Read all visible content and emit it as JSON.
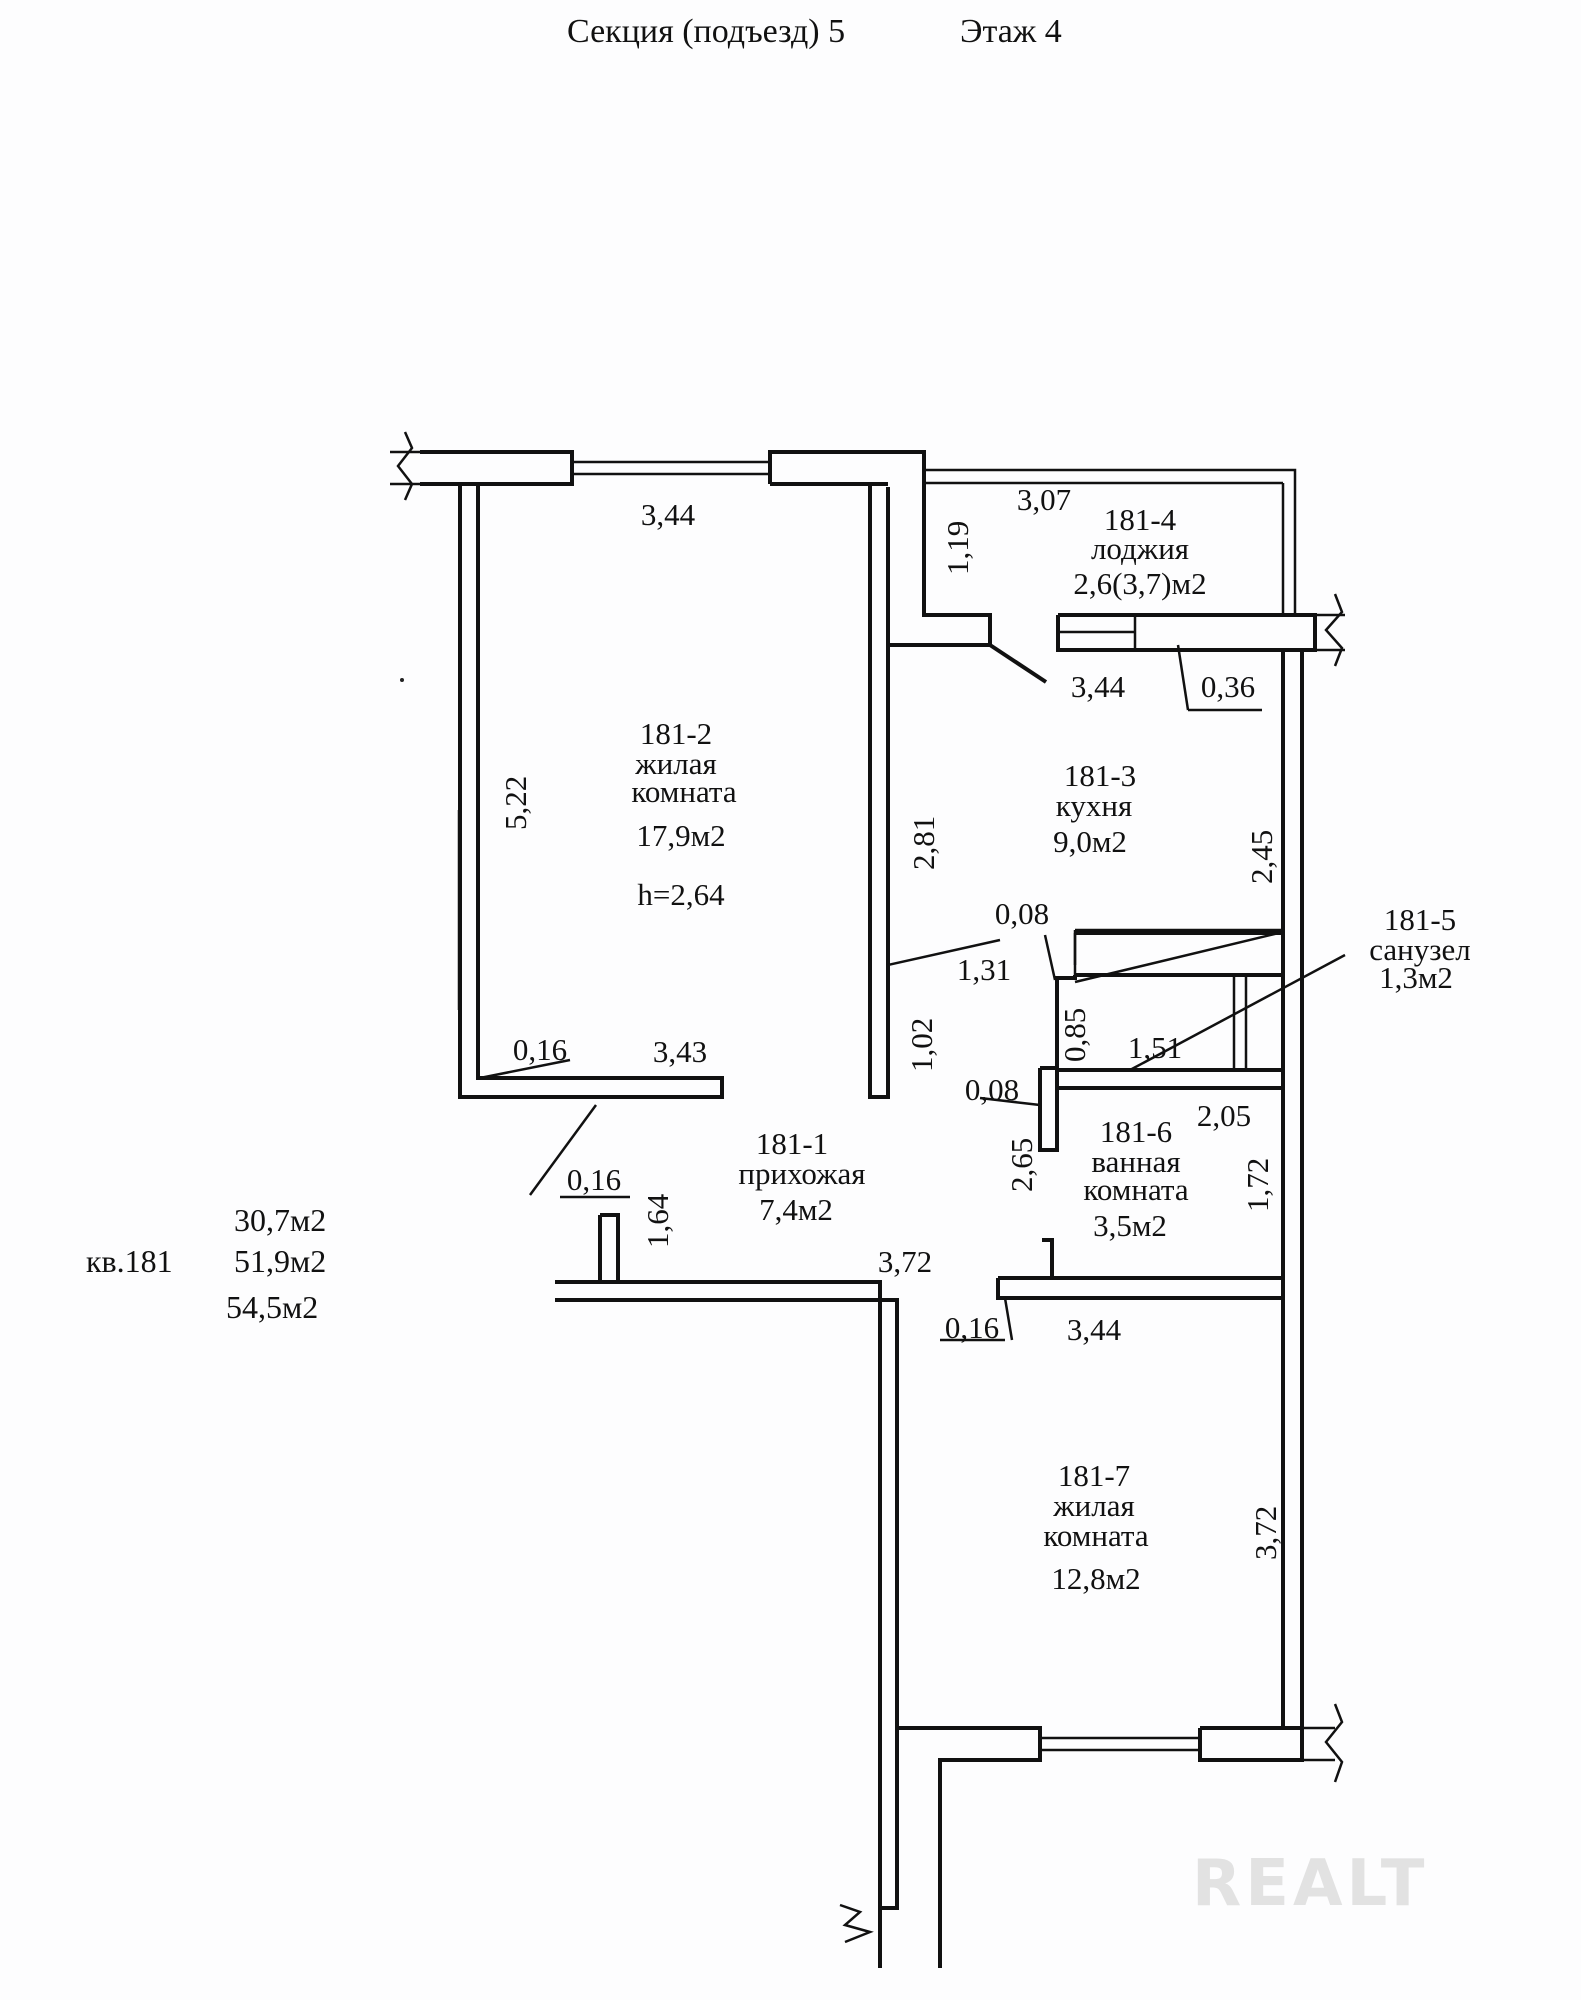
{
  "header": {
    "section": "Секция (подъезд) 5",
    "floor": "Этаж  4"
  },
  "rooms": [
    {
      "id": "181-2",
      "name_line1": "жилая",
      "name_line2": "комната",
      "area": "17,9м2",
      "height": "h=2,64"
    },
    {
      "id": "181-3",
      "name_line1": "кухня",
      "area": "9,0м2"
    },
    {
      "id": "181-4",
      "name_line1": "лоджия",
      "area": "2,6(3,7)м2"
    },
    {
      "id": "181-5",
      "name_line1": "санузел",
      "area": "1,3м2"
    },
    {
      "id": "181-1",
      "name_line1": "прихожая",
      "area": "7,4м2"
    },
    {
      "id": "181-6",
      "name_line1": "ванная",
      "name_line2": "комната",
      "area": "3,5м2"
    },
    {
      "id": "181-7",
      "name_line1": "жилая",
      "name_line2": "комната",
      "area": "12,8м2"
    }
  ],
  "dimensions": {
    "d_344_top": "3,44",
    "d_307": "3,07",
    "d_119": "1,19",
    "d_522": "5,22",
    "d_344_kitchen": "3,44",
    "d_036": "0,36",
    "d_281": "2,81",
    "d_245": "2,45",
    "d_008_a": "0,08",
    "d_131": "1,31",
    "d_085": "0,85",
    "d_151": "1,51",
    "d_102": "1,02",
    "d_016_a": "0,16",
    "d_343": "3,43",
    "d_008_b": "0,08",
    "d_205": "2,05",
    "d_265": "2,65",
    "d_172": "1,72",
    "d_016_b": "0,16",
    "d_164": "1,64",
    "d_372_mid": "3,72",
    "d_016_c": "0,16",
    "d_344_bottom": "3,44",
    "d_372_right": "3,72"
  },
  "summary": {
    "living_area": "30,7м2",
    "apartment": "кв.181",
    "total_area": "51,9м2",
    "total_with_loggia": "54,5м2"
  },
  "watermark": "REALT"
}
